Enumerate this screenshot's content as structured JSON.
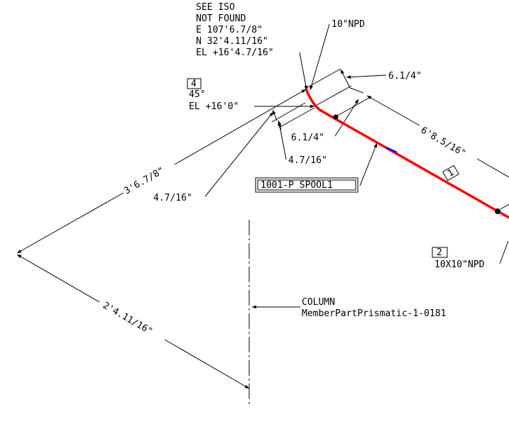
{
  "iso_note": {
    "lines": [
      "SEE ISO",
      "NOT FOUND",
      "E 107'6.7/8\"",
      "N 32'4.11/16\"",
      "EL +16'4.7/16\""
    ]
  },
  "labels": {
    "npd_top": "10\"NPD",
    "dim_6_1_4_upper": "6.1/4\"",
    "dim_6_1_4_lower": "6.1/4\"",
    "dim_4_7_16_a": "4.7/16\"",
    "dim_4_7_16_b": "4.7/16\"",
    "dim_6_8_5_16": "6'8.5/16\"",
    "dim_3_6_7_8": "3'6.7/8\"",
    "dim_2_4_11_16": "2'4.11/16\"",
    "spool": "1001-P SPOOL1",
    "column_title": "COLUMN",
    "column_member": "MemberPartPrismatic-1-0181"
  },
  "callouts": {
    "bend": {
      "number": "4",
      "angle": "45°",
      "elevation": "EL +16'0\""
    },
    "pipe": {
      "number": "1"
    },
    "reducer": {
      "number": "2",
      "size": "10X10\"NPD"
    }
  },
  "colors": {
    "pipe": "#ff0000",
    "marker": "#0000ff",
    "lines": "#000000"
  }
}
